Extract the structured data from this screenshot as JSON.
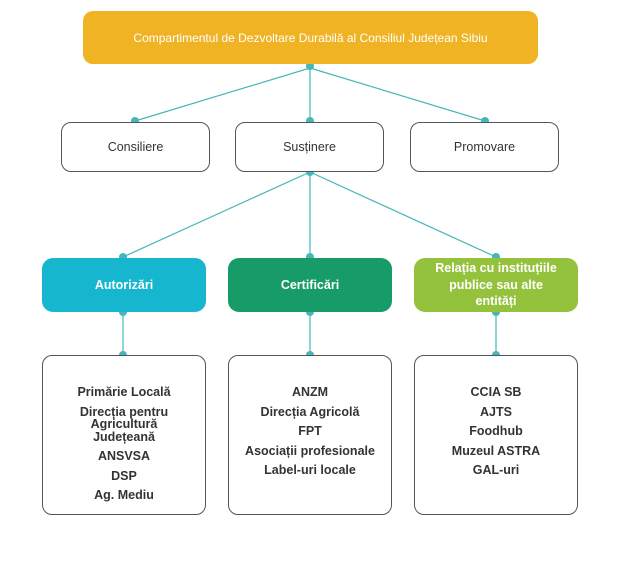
{
  "diagram": {
    "root": {
      "label": "Compartimentul de Dezvoltare Durabilă al Consiliul Județean Sibiu"
    },
    "branches": [
      {
        "label": "Consiliere"
      },
      {
        "label": "Susținere"
      },
      {
        "label": "Promovare"
      }
    ],
    "categories": [
      {
        "label": "Autorizări",
        "color": "#17b6cf",
        "items": [
          "Primărie Locală",
          "Direcția pentru Agricultură Județeană",
          "ANSVSA",
          "DSP",
          "Ag. Mediu"
        ]
      },
      {
        "label": "Certificări",
        "color": "#179b68",
        "items": [
          "ANZM",
          "Direcția Agricolă",
          "FPT",
          "Asociații profesionale",
          "Label-uri locale"
        ]
      },
      {
        "label": "Relația cu instituțiile publice sau alte entități",
        "color": "#95c23d",
        "items": [
          "CCIA SB",
          "AJTS",
          "Foodhub",
          "Muzeul ASTRA",
          "GAL-uri"
        ]
      }
    ],
    "connector_color": "#45b7b8"
  }
}
